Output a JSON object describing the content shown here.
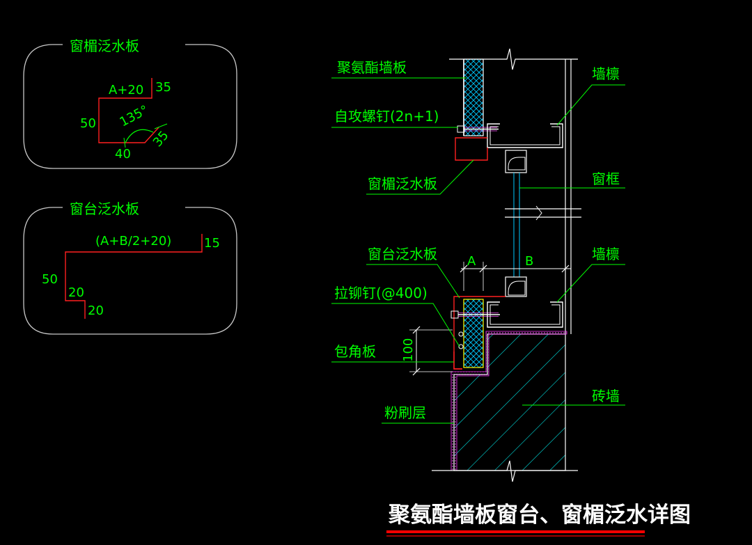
{
  "colors": {
    "background": "#000000",
    "label": "#00ff00",
    "leader": "#00ff00",
    "outline": "#c8c8c8",
    "flashing": "#ff2020",
    "structure": "#ffffff",
    "brick_hatch": "#00e5e5",
    "insulation_hatch": "#00c8ff",
    "plaster": "#ff33ff",
    "insulation_edge": "#ffff00",
    "title": "#ffffff",
    "title_underline": "#ff0000"
  },
  "head_flashing_panel": {
    "title": "窗楣泛水板",
    "dims": {
      "top": "A+20",
      "turn_up": "35",
      "height": "50",
      "angle": "135°",
      "drip": "35",
      "base": "40"
    }
  },
  "sill_flashing_panel": {
    "title": "窗台泛水板",
    "dims": {
      "top": "(A+B/2+20)",
      "turn_up": "15",
      "height": "50",
      "step": "20",
      "drip": "20"
    }
  },
  "section": {
    "labels": {
      "panel": "聚氨酯墙板",
      "screw": "自攻螺钉(2n+1)",
      "head_flashing": "窗楣泛水板",
      "purlin_top": "墙檩",
      "frame": "窗框",
      "sill_flashing": "窗台泛水板",
      "purlin_bottom": "墙檩",
      "rivet": "拉铆钉(@400)",
      "corner_plate": "包角板",
      "brick": "砖墙",
      "plaster": "粉刷层"
    },
    "dims": {
      "a": "A",
      "b": "B",
      "corner_height": "100"
    }
  },
  "title": "聚氨酯墙板窗台、窗楣泛水详图"
}
